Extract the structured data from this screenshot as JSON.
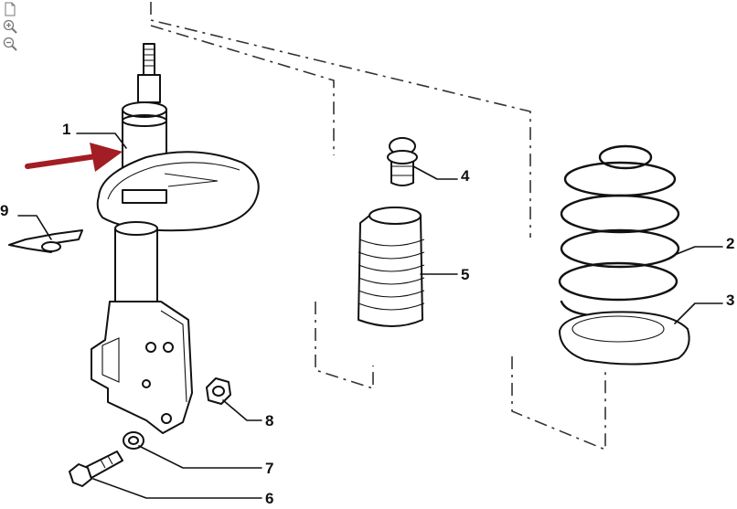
{
  "toolbar": {
    "icons": [
      "page-icon",
      "zoom-in-icon",
      "zoom-out-icon"
    ]
  },
  "callouts": [
    {
      "id": "strut",
      "label": "1"
    },
    {
      "id": "coil-spring",
      "label": "2"
    },
    {
      "id": "spring-seat",
      "label": "3"
    },
    {
      "id": "bump-stop",
      "label": "4"
    },
    {
      "id": "dust-boot",
      "label": "5"
    },
    {
      "id": "bolt",
      "label": "6"
    },
    {
      "id": "washer",
      "label": "7"
    },
    {
      "id": "nut",
      "label": "8"
    },
    {
      "id": "clip",
      "label": "9"
    }
  ],
  "colors": {
    "arrow": "#a31d24",
    "ink": "#111111",
    "background": "#ffffff"
  }
}
